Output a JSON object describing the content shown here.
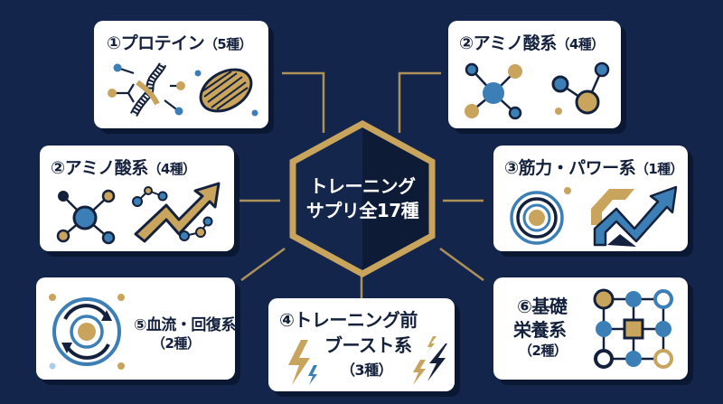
{
  "colors": {
    "background": "#13254a",
    "card": "#ffffff",
    "gold": "#c9a45c",
    "blue": "#3b7fb6",
    "navy": "#14213d",
    "light_blue": "#a9cde6"
  },
  "center": {
    "line1": "トレーニング",
    "line2": "サプリ全17種"
  },
  "cards": [
    {
      "id": "protein",
      "title": "①プロテイン",
      "count": "（5種）",
      "icons": [
        "dna-icon",
        "muscle-icon"
      ]
    },
    {
      "id": "amino-top",
      "title": "②アミノ酸系",
      "count": "（4種）",
      "icons": [
        "molecule-icon",
        "molecule-icon"
      ]
    },
    {
      "id": "amino-left",
      "title": "②アミノ酸系",
      "count": "（4種）",
      "icons": [
        "molecule-icon",
        "growth-arrow-icon"
      ]
    },
    {
      "id": "power",
      "title": "③筋力・パワー系",
      "count": "（1種）",
      "icons": [
        "target-icon",
        "power-arrow-icon"
      ]
    },
    {
      "id": "preboost",
      "title_line1": "④トレーニング前",
      "title_line2": "ブースト系",
      "count": "（3種）",
      "icons": [
        "lightning-icon",
        "lightning-icon"
      ]
    },
    {
      "id": "recovery",
      "title": "⑤血流・回復系",
      "count": "（2種）",
      "icons": [
        "circulation-icon"
      ]
    },
    {
      "id": "nutrition",
      "title_line1": "⑥基礎",
      "title_line2": "栄養系",
      "count": "（2種）",
      "icons": [
        "grid-network-icon"
      ]
    }
  ]
}
